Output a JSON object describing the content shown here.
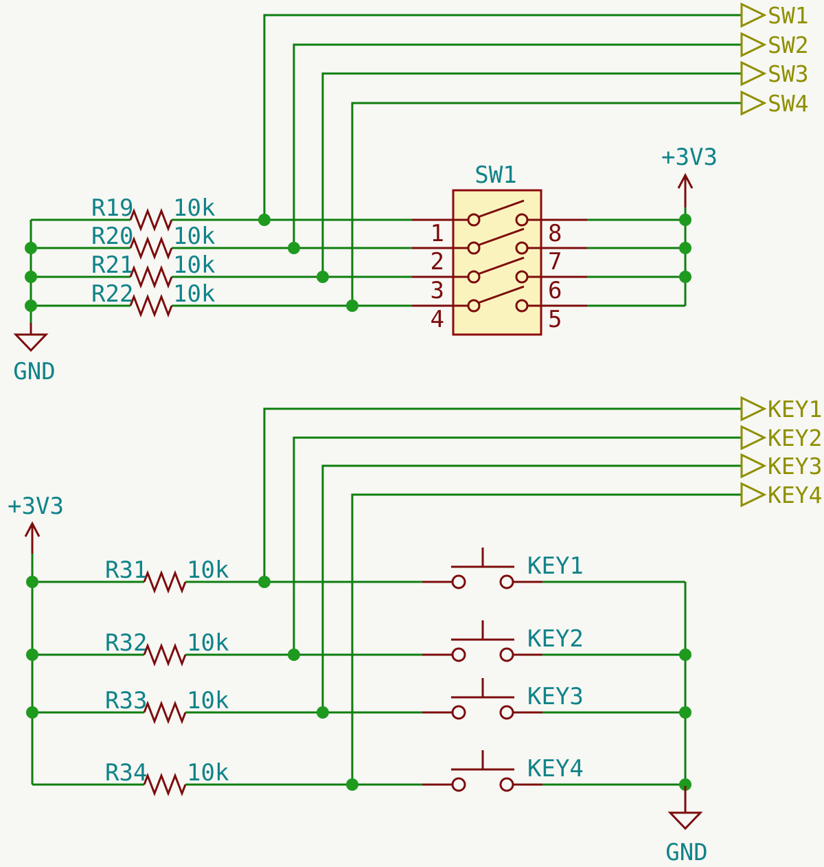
{
  "schematic": {
    "colors": {
      "wire": "#0e7e0e",
      "junction": "#1e9a1e",
      "component": "#7c0c0c",
      "global_label": "#8f8f00",
      "annotation_text": "#108388",
      "switch_body_fill": "#fbf3be",
      "background": "#f7f7f4"
    },
    "top": {
      "connectors": [
        {
          "label": "SW1"
        },
        {
          "label": "SW2"
        },
        {
          "label": "SW3"
        },
        {
          "label": "SW4"
        }
      ],
      "resistors": [
        {
          "ref": "R19",
          "value": "10k"
        },
        {
          "ref": "R20",
          "value": "10k"
        },
        {
          "ref": "R21",
          "value": "10k"
        },
        {
          "ref": "R22",
          "value": "10k"
        }
      ],
      "switch": {
        "ref": "SW1",
        "left_pins": [
          "1",
          "2",
          "3",
          "4"
        ],
        "right_pins": [
          "8",
          "7",
          "6",
          "5"
        ]
      },
      "power": "+3V3",
      "ground": "GND"
    },
    "bottom": {
      "connectors": [
        {
          "label": "KEY1"
        },
        {
          "label": "KEY2"
        },
        {
          "label": "KEY3"
        },
        {
          "label": "KEY4"
        }
      ],
      "resistors": [
        {
          "ref": "R31",
          "value": "10k"
        },
        {
          "ref": "R32",
          "value": "10k"
        },
        {
          "ref": "R33",
          "value": "10k"
        },
        {
          "ref": "R34",
          "value": "10k"
        }
      ],
      "buttons": [
        {
          "label": "KEY1"
        },
        {
          "label": "KEY2"
        },
        {
          "label": "KEY3"
        },
        {
          "label": "KEY4"
        }
      ],
      "power": "+3V3",
      "ground": "GND"
    }
  }
}
